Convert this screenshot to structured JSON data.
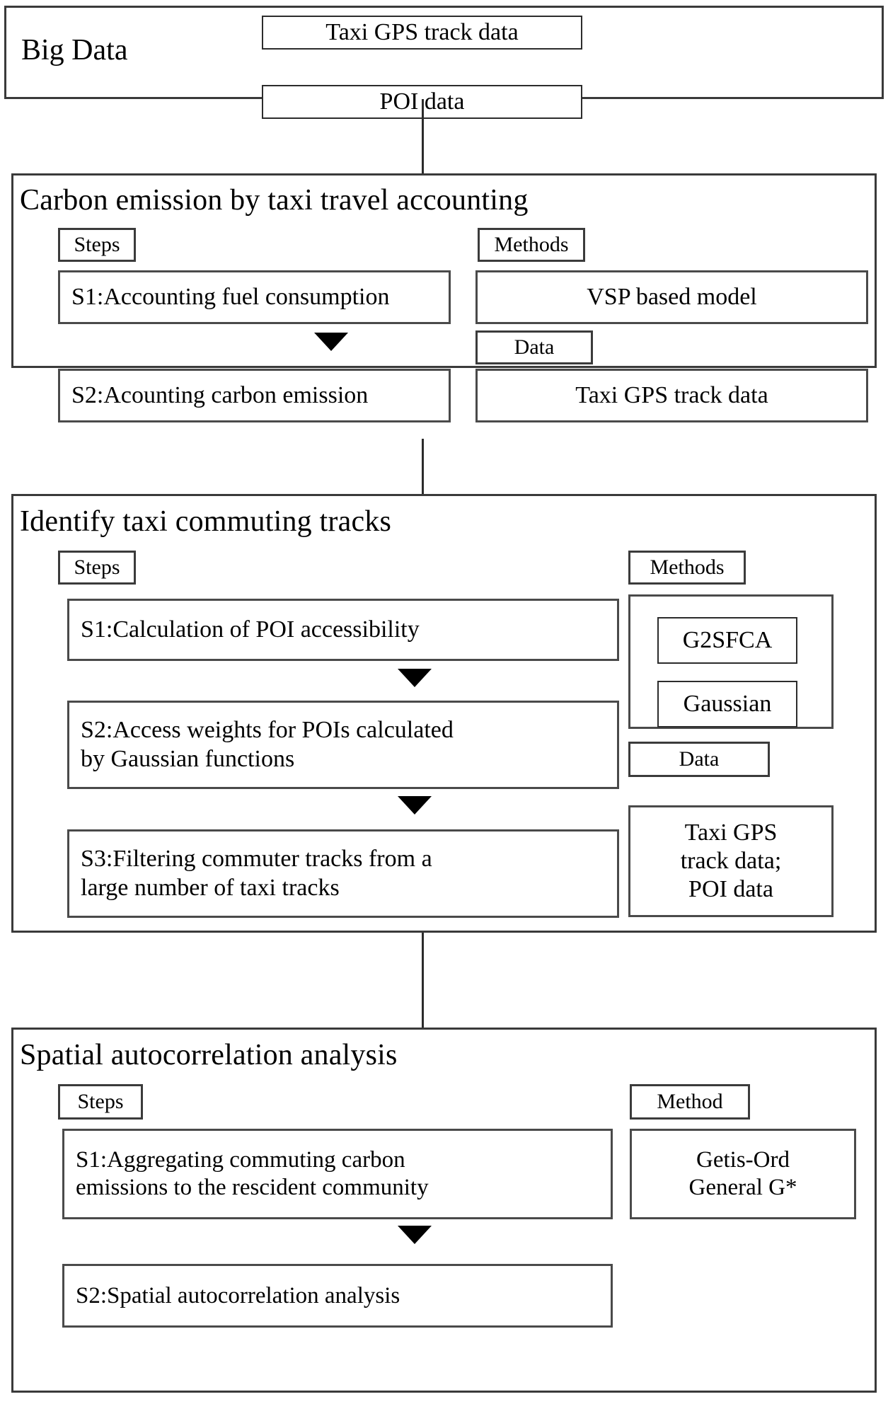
{
  "figure": {
    "type": "flowchart",
    "orientation": "top-to-bottom",
    "title": "Research framework: taxi commuting carbon emission analysis"
  },
  "sections": {
    "big_data": {
      "label": "Big Data",
      "items": [
        {
          "label": "Taxi GPS track  data"
        },
        {
          "label": "POI data"
        }
      ]
    },
    "carbon_accounting": {
      "title": "Carbon emission by taxi travel accounting",
      "steps_tag": "Steps",
      "methods_tag": "Methods",
      "data_tag": "Data",
      "steps": [
        {
          "label": "S1:Accounting fuel consumption"
        },
        {
          "label": "S2:Acounting carbon emission"
        }
      ],
      "methods": [
        {
          "label": "VSP based model"
        }
      ],
      "data": [
        {
          "label": "Taxi GPS track data"
        }
      ]
    },
    "identify_tracks": {
      "title": "Identify taxi commuting tracks",
      "steps_tag": "Steps",
      "methods_tag": "Methods",
      "data_tag": "Data",
      "steps": [
        {
          "label": "S1:Calculation of POI accessibility"
        },
        {
          "label": "S2:Access weights for POIs calculated\n  by Gaussian functions"
        },
        {
          "label": "S3:Filtering commuter tracks from a\nlarge number of taxi tracks"
        }
      ],
      "methods": [
        {
          "label": "G2SFCA"
        },
        {
          "label": "Gaussian"
        }
      ],
      "data": [
        {
          "label": "Taxi GPS\ntrack data;\nPOI data"
        }
      ]
    },
    "spatial_autocorrelation": {
      "title": "Spatial autocorrelation analysis",
      "steps_tag": "Steps",
      "method_tag": "Method",
      "steps": [
        {
          "label": "S1:Aggregating commuting carbon\nemissions to the rescident community"
        },
        {
          "label": "S2:Spatial autocorrelation analysis"
        }
      ],
      "methods": [
        {
          "label": "Getis-Ord\nGeneral G*"
        }
      ]
    }
  },
  "connectors": {
    "big_data_to_carbon": "vertical-line",
    "carbon_to_identify": "vertical-line",
    "identify_to_spatial": "vertical-line",
    "step_arrow": "triangle-down"
  },
  "colors": {
    "background": "#ffffff",
    "stroke": "#2b2b2b",
    "text": "#000000"
  }
}
